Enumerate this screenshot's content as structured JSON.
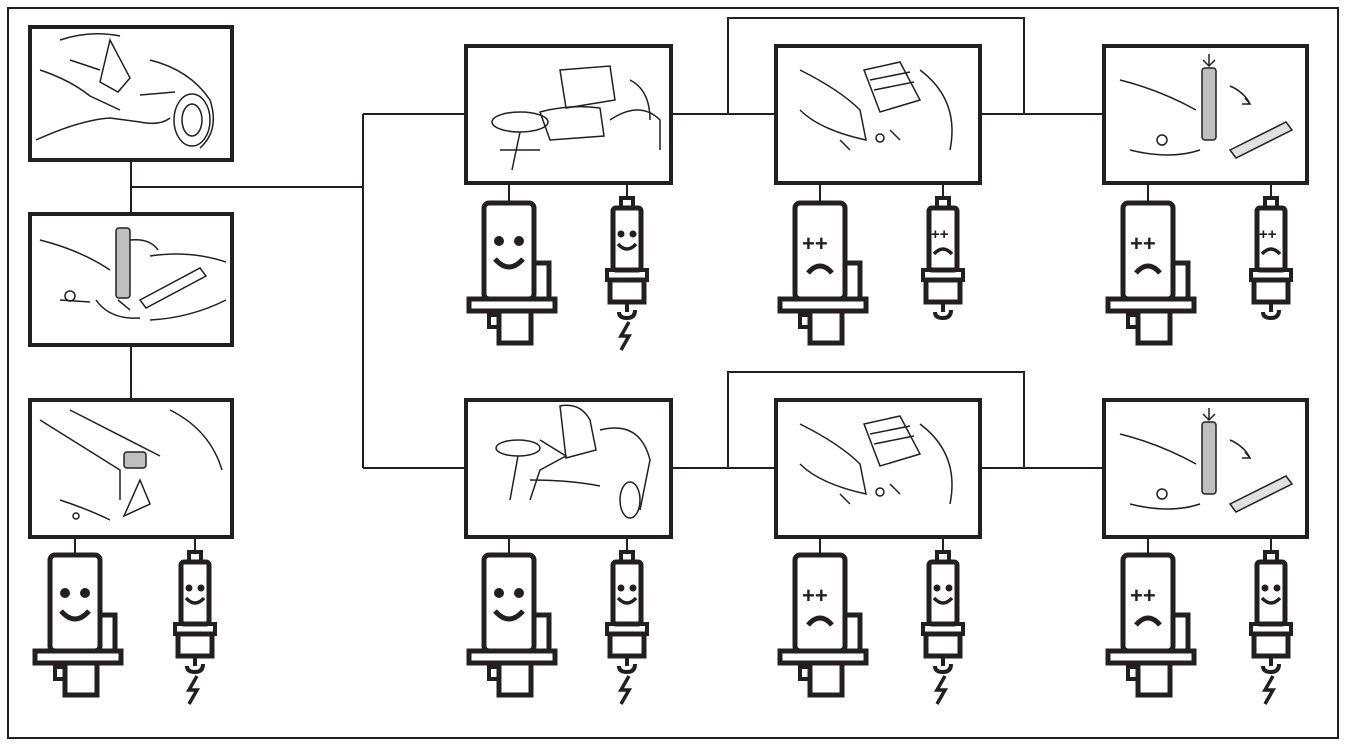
{
  "diagram": {
    "description_visible_text": "",
    "steps": [
      {
        "id": "left-1",
        "scene": "seat-lever",
        "icons": []
      },
      {
        "id": "left-2",
        "scene": "brake-pedal-pressed",
        "icons": []
      },
      {
        "id": "left-3",
        "scene": "mower-lever",
        "icons": [
          {
            "type": "interlock-switch",
            "state": "ok"
          },
          {
            "type": "spark-plug",
            "state": "ok",
            "spark": true
          }
        ]
      },
      {
        "id": "top-1",
        "scene": "empty-seat",
        "icons": [
          {
            "type": "interlock-switch",
            "state": "ok"
          },
          {
            "type": "spark-plug",
            "state": "ok",
            "spark": true
          }
        ]
      },
      {
        "id": "top-2",
        "scene": "mower-deck-engaged",
        "icons": [
          {
            "type": "interlock-switch",
            "state": "fault"
          },
          {
            "type": "spark-plug",
            "state": "fault",
            "spark": false
          }
        ]
      },
      {
        "id": "top-3",
        "scene": "brake-pedal-released",
        "icons": [
          {
            "type": "interlock-switch",
            "state": "fault"
          },
          {
            "type": "spark-plug",
            "state": "fault",
            "spark": false
          }
        ]
      },
      {
        "id": "bottom-1",
        "scene": "operator-seated",
        "icons": [
          {
            "type": "interlock-switch",
            "state": "ok"
          },
          {
            "type": "spark-plug",
            "state": "ok",
            "spark": true
          }
        ]
      },
      {
        "id": "bottom-2",
        "scene": "mower-deck-engaged",
        "icons": [
          {
            "type": "interlock-switch",
            "state": "fault"
          },
          {
            "type": "spark-plug",
            "state": "ok",
            "spark": true
          }
        ]
      },
      {
        "id": "bottom-3",
        "scene": "brake-pedal-released",
        "icons": [
          {
            "type": "interlock-switch",
            "state": "fault"
          },
          {
            "type": "spark-plug",
            "state": "ok",
            "spark": true
          }
        ]
      }
    ],
    "colors": {
      "line": "#231f20",
      "background": "#ffffff"
    }
  }
}
